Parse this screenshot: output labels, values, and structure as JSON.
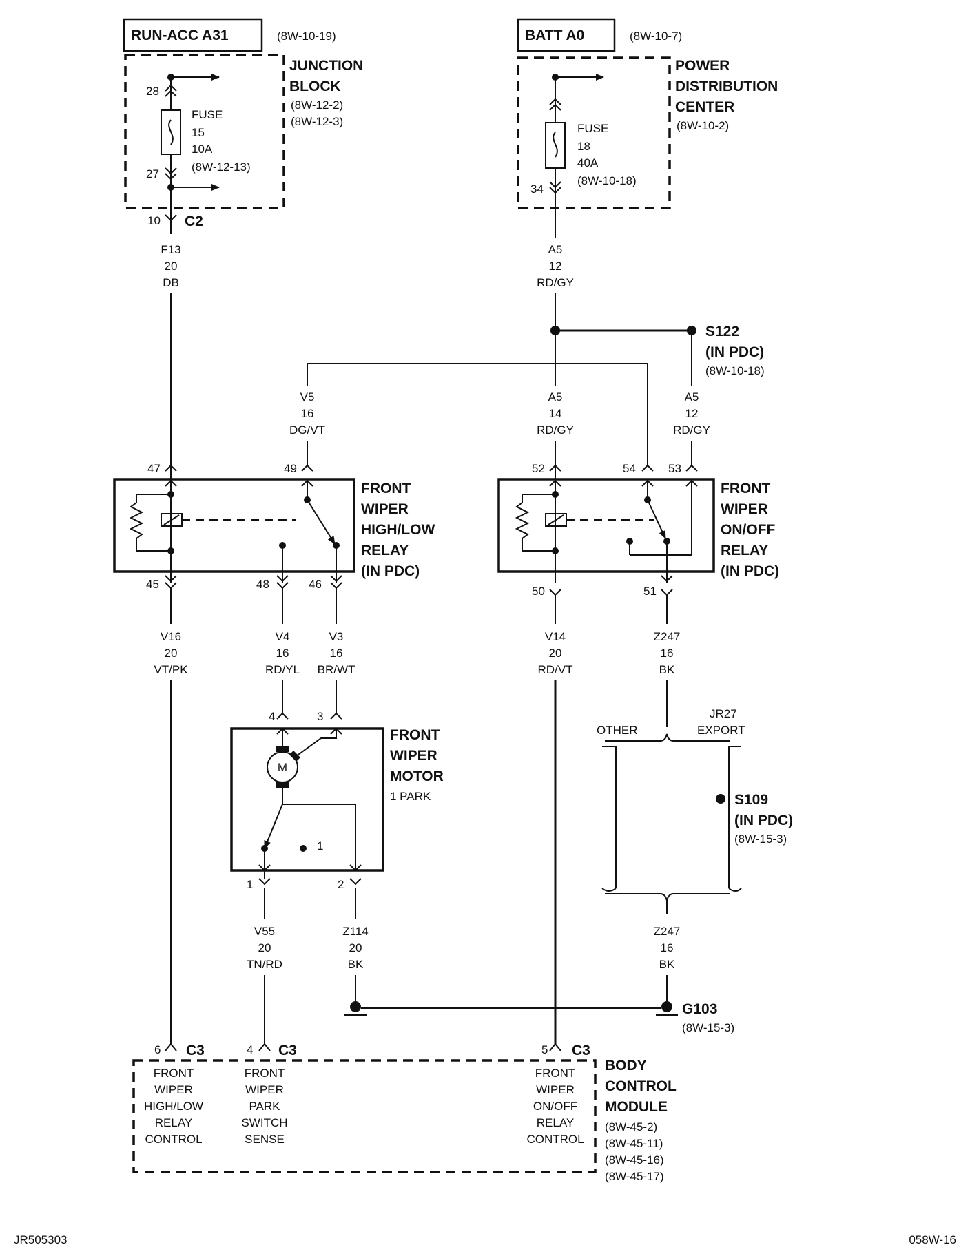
{
  "sources": {
    "run_acc": {
      "label": "RUN-ACC A31",
      "ref": "(8W-10-19)"
    },
    "batt": {
      "label": "BATT A0",
      "ref": "(8W-10-7)"
    }
  },
  "junction_block": {
    "title": [
      "JUNCTION",
      "BLOCK"
    ],
    "refs": [
      "(8W-12-2)",
      "(8W-12-3)"
    ],
    "fuse": [
      "FUSE",
      "15",
      "10A",
      "(8W-12-13)"
    ],
    "pins": {
      "in": "28",
      "out": "27"
    }
  },
  "pdc": {
    "title": [
      "POWER",
      "DISTRIBUTION",
      "CENTER"
    ],
    "ref": "(8W-10-2)",
    "fuse": [
      "FUSE",
      "18",
      "40A",
      "(8W-10-18)"
    ],
    "pins": {
      "out": "34"
    }
  },
  "connectors": {
    "c2": {
      "pin": "10",
      "name": "C2"
    },
    "c3_6": {
      "pin": "6",
      "name": "C3"
    },
    "c3_4": {
      "pin": "4",
      "name": "C3"
    },
    "c3_5": {
      "pin": "5",
      "name": "C3"
    }
  },
  "wires": {
    "f13": [
      "F13",
      "20",
      "DB"
    ],
    "a5_main": [
      "A5",
      "12",
      "RD/GY"
    ],
    "v5": [
      "V5",
      "16",
      "DG/VT"
    ],
    "a5_14": [
      "A5",
      "14",
      "RD/GY"
    ],
    "a5_s122": [
      "A5",
      "12",
      "RD/GY"
    ],
    "v16": [
      "V16",
      "20",
      "VT/PK"
    ],
    "v4": [
      "V4",
      "16",
      "RD/YL"
    ],
    "v3": [
      "V3",
      "16",
      "BR/WT"
    ],
    "v14": [
      "V14",
      "20",
      "RD/VT"
    ],
    "z247_top": [
      "Z247",
      "16",
      "BK"
    ],
    "v55": [
      "V55",
      "20",
      "TN/RD"
    ],
    "z114": [
      "Z114",
      "20",
      "BK"
    ],
    "z247_bot": [
      "Z247",
      "16",
      "BK"
    ]
  },
  "splices": {
    "s122": {
      "name": "S122",
      "loc": "(IN PDC)",
      "ref": "(8W-10-18)"
    },
    "s109": {
      "name": "S109",
      "loc": "(IN PDC)",
      "ref": "(8W-15-3)"
    }
  },
  "ground": {
    "name": "G103",
    "ref": "(8W-15-3)"
  },
  "relay_hl": {
    "title": [
      "FRONT",
      "WIPER",
      "HIGH/LOW",
      "RELAY",
      "(IN PDC)"
    ],
    "pins": {
      "p47": "47",
      "p49": "49",
      "p45": "45",
      "p48": "48",
      "p46": "46"
    }
  },
  "relay_onoff": {
    "title": [
      "FRONT",
      "WIPER",
      "ON/OFF",
      "RELAY",
      "(IN PDC)"
    ],
    "pins": {
      "p52": "52",
      "p54": "54",
      "p53": "53",
      "p50": "50",
      "p51": "51"
    }
  },
  "motor": {
    "title": [
      "FRONT",
      "WIPER",
      "MOTOR"
    ],
    "note": "1 PARK",
    "symbol": "M",
    "park_label": "1",
    "pins": {
      "p4": "4",
      "p3": "3",
      "p1": "1",
      "p2": "2"
    }
  },
  "export_branch": {
    "other": "OTHER",
    "jr27": "JR27",
    "export": "EXPORT"
  },
  "bcm": {
    "title": [
      "BODY",
      "CONTROL",
      "MODULE"
    ],
    "refs": [
      "(8W-45-2)",
      "(8W-45-11)",
      "(8W-45-16)",
      "(8W-45-17)"
    ],
    "func_hl": [
      "FRONT",
      "WIPER",
      "HIGH/LOW",
      "RELAY",
      "CONTROL"
    ],
    "func_park": [
      "FRONT",
      "WIPER",
      "PARK",
      "SWITCH",
      "SENSE"
    ],
    "func_onoff": [
      "FRONT",
      "WIPER",
      "ON/OFF",
      "RELAY",
      "CONTROL"
    ]
  },
  "footer": {
    "left": "JR505303",
    "right": "058W-16"
  }
}
